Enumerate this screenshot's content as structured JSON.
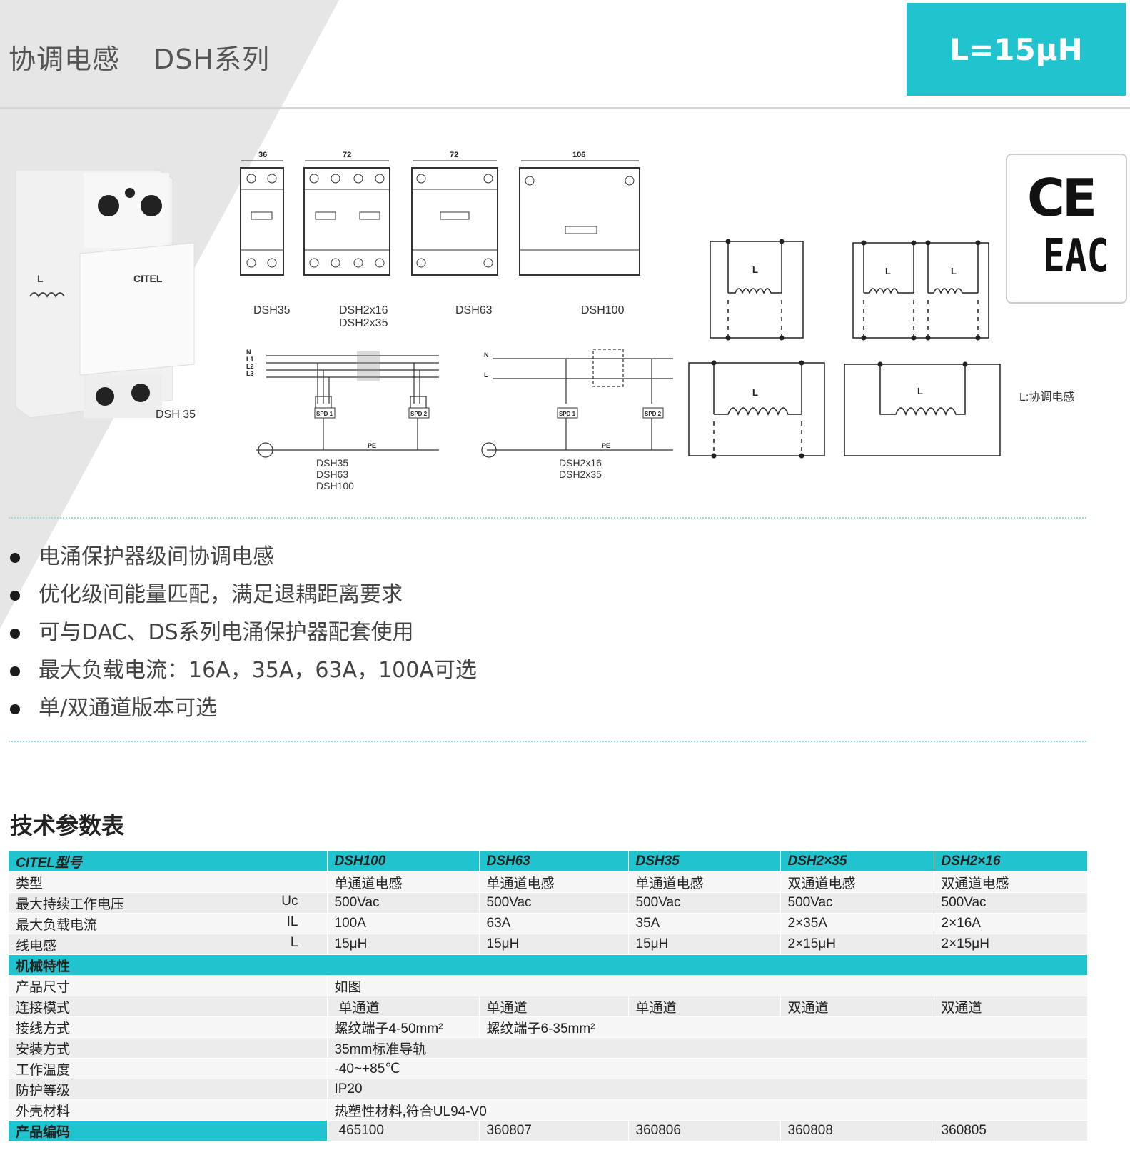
{
  "header": {
    "title": "协调电感",
    "series": "DSH系列",
    "badge": "L=15μH"
  },
  "product_photo_label": "DSH 35",
  "dimensions": {
    "dsh35_width": "36",
    "dsh2x16_width": "72",
    "dsh63_width": "72",
    "dsh100_width": "106"
  },
  "module_labels": {
    "dsh35": "DSH35",
    "dsh2x": [
      "DSH2x16",
      "DSH2x35"
    ],
    "dsh63": "DSH63",
    "dsh100": "DSH100"
  },
  "wiring": {
    "left_lines": [
      "N",
      "L1",
      "L2",
      "L3"
    ],
    "right_lines": [
      "N",
      "L"
    ],
    "spd1": "SPD 1",
    "spd2": "SPD 2",
    "pe": "PE",
    "left_models": [
      "DSH35",
      "DSH63",
      "DSH100"
    ],
    "right_models": [
      "DSH2x16",
      "DSH2x35"
    ]
  },
  "schematic": {
    "inductor_symbol": "L",
    "legend": "L:协调电感"
  },
  "certifications": {
    "ce": "CE",
    "eac": "EAC"
  },
  "features": [
    "电涌保护器级间协调电感",
    "优化级间能量匹配，满足退耦距离要求",
    "可与DAC、DS系列电涌保护器配套使用",
    "最大负载电流：16A，35A，63A，100A可选",
    "单/双通道版本可选"
  ],
  "table": {
    "section_title": "技术参数表",
    "model_header": "CITEL型号",
    "models": [
      "DSH100",
      "DSH63",
      "DSH35",
      "DSH2×35",
      "DSH2×16"
    ],
    "electrical_rows": [
      {
        "label": "类型",
        "symbol": "",
        "values": [
          "单通道电感",
          "单通道电感",
          "单通道电感",
          "双通道电感",
          "双通道电感"
        ]
      },
      {
        "label": "最大持续工作电压",
        "symbol": "Uc",
        "values": [
          "500Vac",
          "500Vac",
          "500Vac",
          "500Vac",
          "500Vac"
        ]
      },
      {
        "label": "最大负载电流",
        "symbol": "IL",
        "values": [
          "100A",
          "63A",
          "35A",
          "2×35A",
          "2×16A"
        ]
      },
      {
        "label": "线电感",
        "symbol": "L",
        "values": [
          "15μH",
          "15μH",
          "15μH",
          "2×15μH",
          "2×15μH"
        ]
      }
    ],
    "mechanical_header": "机械特性",
    "size": {
      "label": "产品尺寸",
      "value": "如图"
    },
    "connection": {
      "label": "连接模式",
      "values": [
        "单通道",
        "单通道",
        "单通道",
        "双通道",
        "双通道"
      ]
    },
    "wiring": {
      "label": "接线方式",
      "values": [
        "螺纹端子4-50mm²",
        "螺纹端子6-35mm²"
      ]
    },
    "mounting": {
      "label": "安装方式",
      "value": "35mm标准导轨"
    },
    "temperature": {
      "label": "工作温度",
      "value": "-40~+85℃"
    },
    "protection": {
      "label": "防护等级",
      "value": "IP20"
    },
    "housing": {
      "label": "外壳材料",
      "value": "热塑性材料,符合UL94-V0"
    },
    "code": {
      "label": "产品编码",
      "values": [
        "465100",
        "360807",
        "360806",
        "360808",
        "360805"
      ]
    }
  },
  "colors": {
    "accent": "#21c3ce",
    "background_band": "#e6e6e6"
  }
}
